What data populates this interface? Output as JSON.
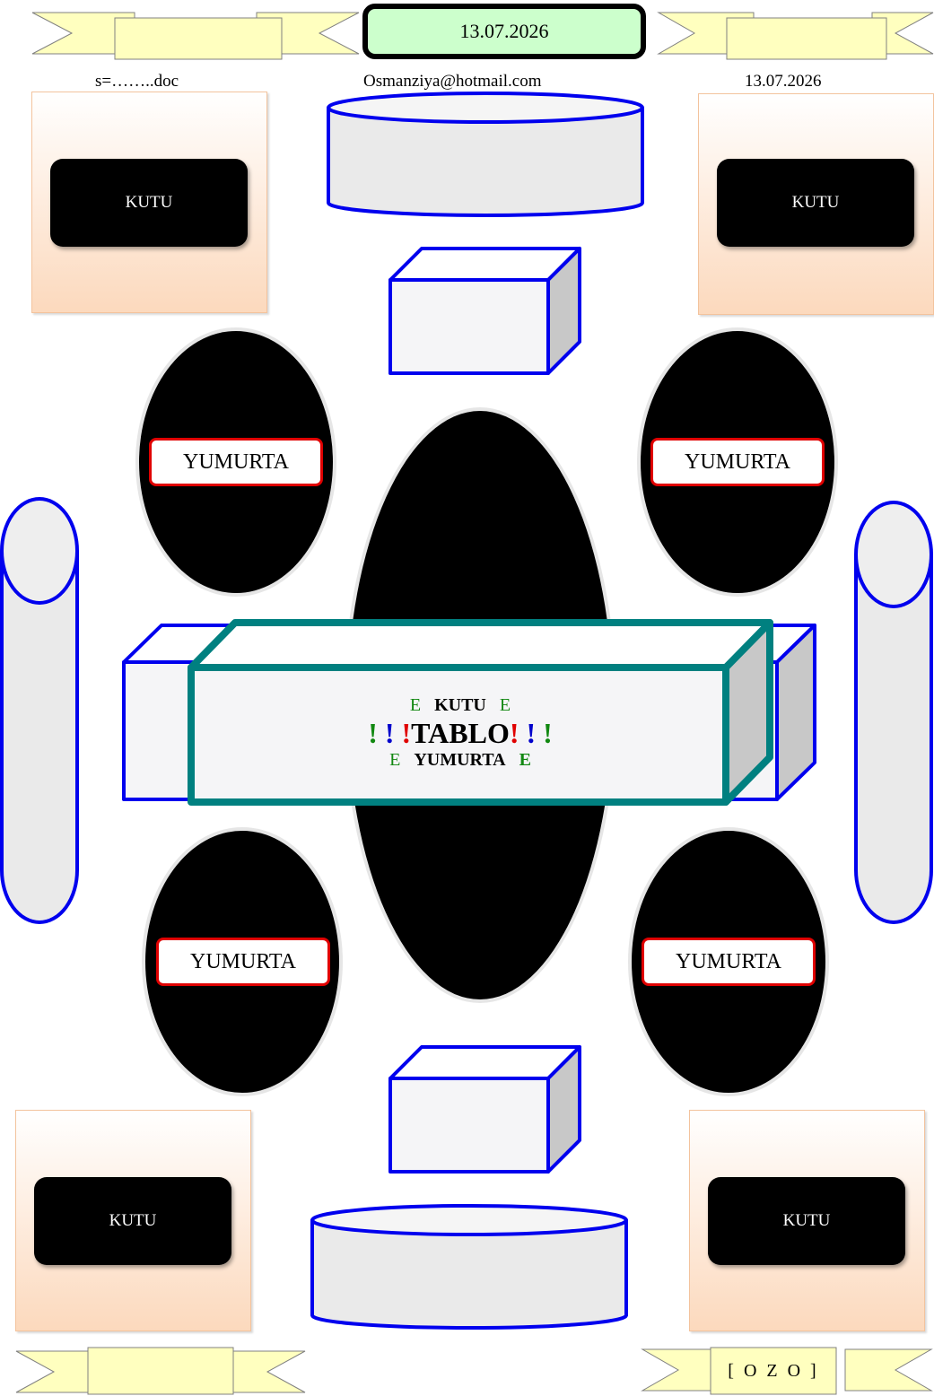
{
  "header": {
    "date_box": "13.07.2026",
    "file_name": "s=……..doc",
    "email": "Osmanziya@hotmail.com",
    "date_right": "13.07.2026"
  },
  "boxes": {
    "top_left": "KUTU",
    "top_right": "KUTU",
    "bottom_left": "KUTU",
    "bottom_right": "KUTU"
  },
  "eggs": {
    "top_left": "YUMURTA",
    "top_right": "YUMURTA",
    "bottom_left": "YUMURTA",
    "bottom_right": "YUMURTA"
  },
  "center": {
    "line1_left_mark": "E",
    "line1_word": "KUTU",
    "line1_right_mark": "E",
    "line2_left_marks": [
      "!",
      "!",
      "!"
    ],
    "line2_word": "TABLO",
    "line2_right_marks": [
      "!",
      "!",
      "!"
    ],
    "line3_left_mark": "E",
    "line3_word": "YUMURTA",
    "line3_right_mark": "E"
  },
  "footer": {
    "badge": "[ O Z O ]"
  },
  "colors": {
    "banner_fill": "#ffffbf",
    "shape_stroke": "#0000ee",
    "main_box_stroke": "#008080",
    "date_box_fill": "#ccffcc",
    "egg_label_border": "#e00000",
    "mark_green": "#118811",
    "mark_red": "#e00000",
    "mark_blue": "#0000cc"
  }
}
